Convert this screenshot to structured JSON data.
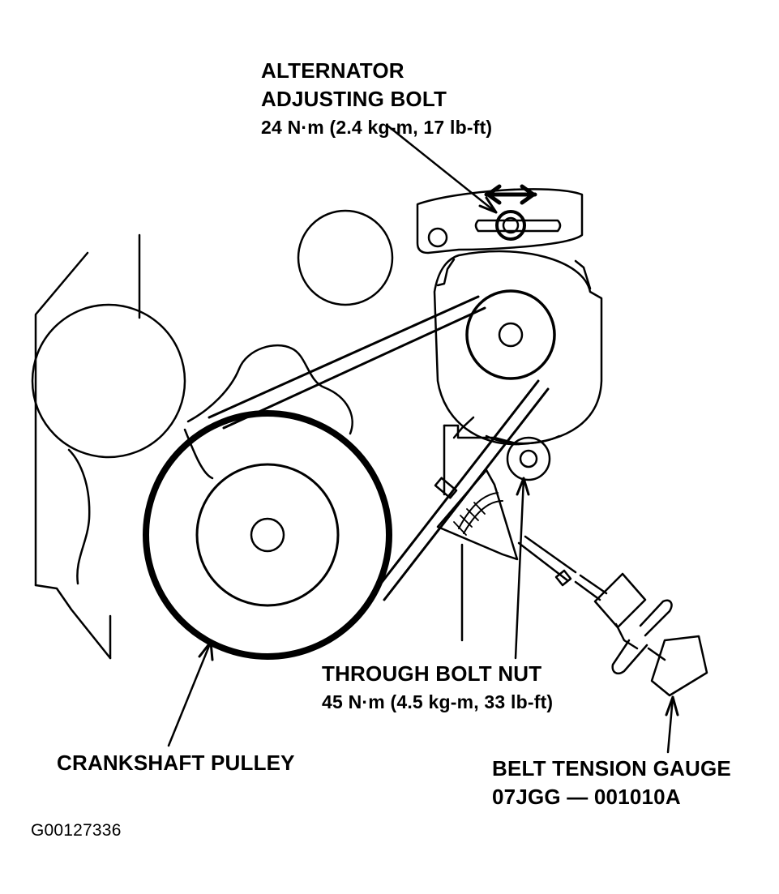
{
  "labels": {
    "alternator_line1": "ALTERNATOR",
    "alternator_line2": "ADJUSTING BOLT",
    "alternator_spec": "24 N·m (2.4 kg-m, 17 lb-ft)",
    "through_bolt_line1": "THROUGH BOLT NUT",
    "through_bolt_spec": "45 N·m (4.5 kg-m, 33 lb-ft)",
    "crankshaft": "CRANKSHAFT PULLEY",
    "gauge_line1": "BELT TENSION GAUGE",
    "gauge_line2": "07JGG — 001010A",
    "figure_id": "G00127336"
  },
  "colors": {
    "ink": "#000000",
    "paper": "#ffffff"
  }
}
